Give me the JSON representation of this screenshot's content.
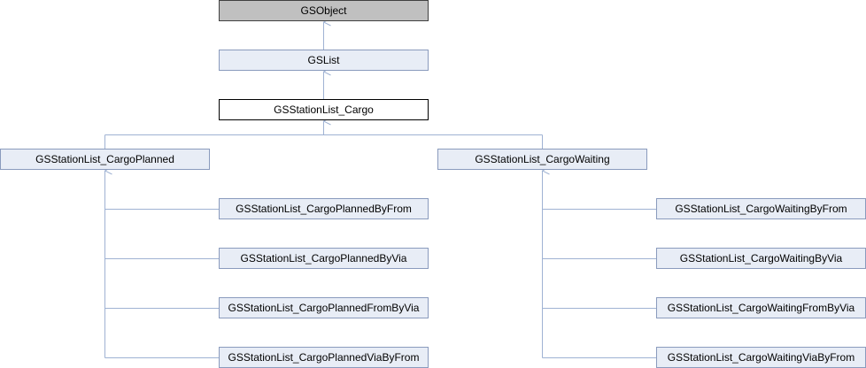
{
  "diagram": {
    "colors": {
      "edge": "#9fb2d3",
      "node_fill": "#e8edf6",
      "node_border": "#8a9bbd",
      "root_fill": "#c0c0c0",
      "current_fill": "#ffffff"
    },
    "nodes": {
      "gsobject": "GSObject",
      "gslist": "GSList",
      "cargo": "GSStationList_Cargo",
      "planned": "GSStationList_CargoPlanned",
      "waiting": "GSStationList_CargoWaiting",
      "planned_by_from": "GSStationList_CargoPlannedByFrom",
      "planned_by_via": "GSStationList_CargoPlannedByVia",
      "planned_from_by_via": "GSStationList_CargoPlannedFromByVia",
      "planned_via_by_from": "GSStationList_CargoPlannedViaByFrom",
      "waiting_by_from": "GSStationList_CargoWaitingByFrom",
      "waiting_by_via": "GSStationList_CargoWaitingByVia",
      "waiting_from_by_via": "GSStationList_CargoWaitingFromByVia",
      "waiting_via_by_from": "GSStationList_CargoWaitingViaByFrom"
    }
  }
}
